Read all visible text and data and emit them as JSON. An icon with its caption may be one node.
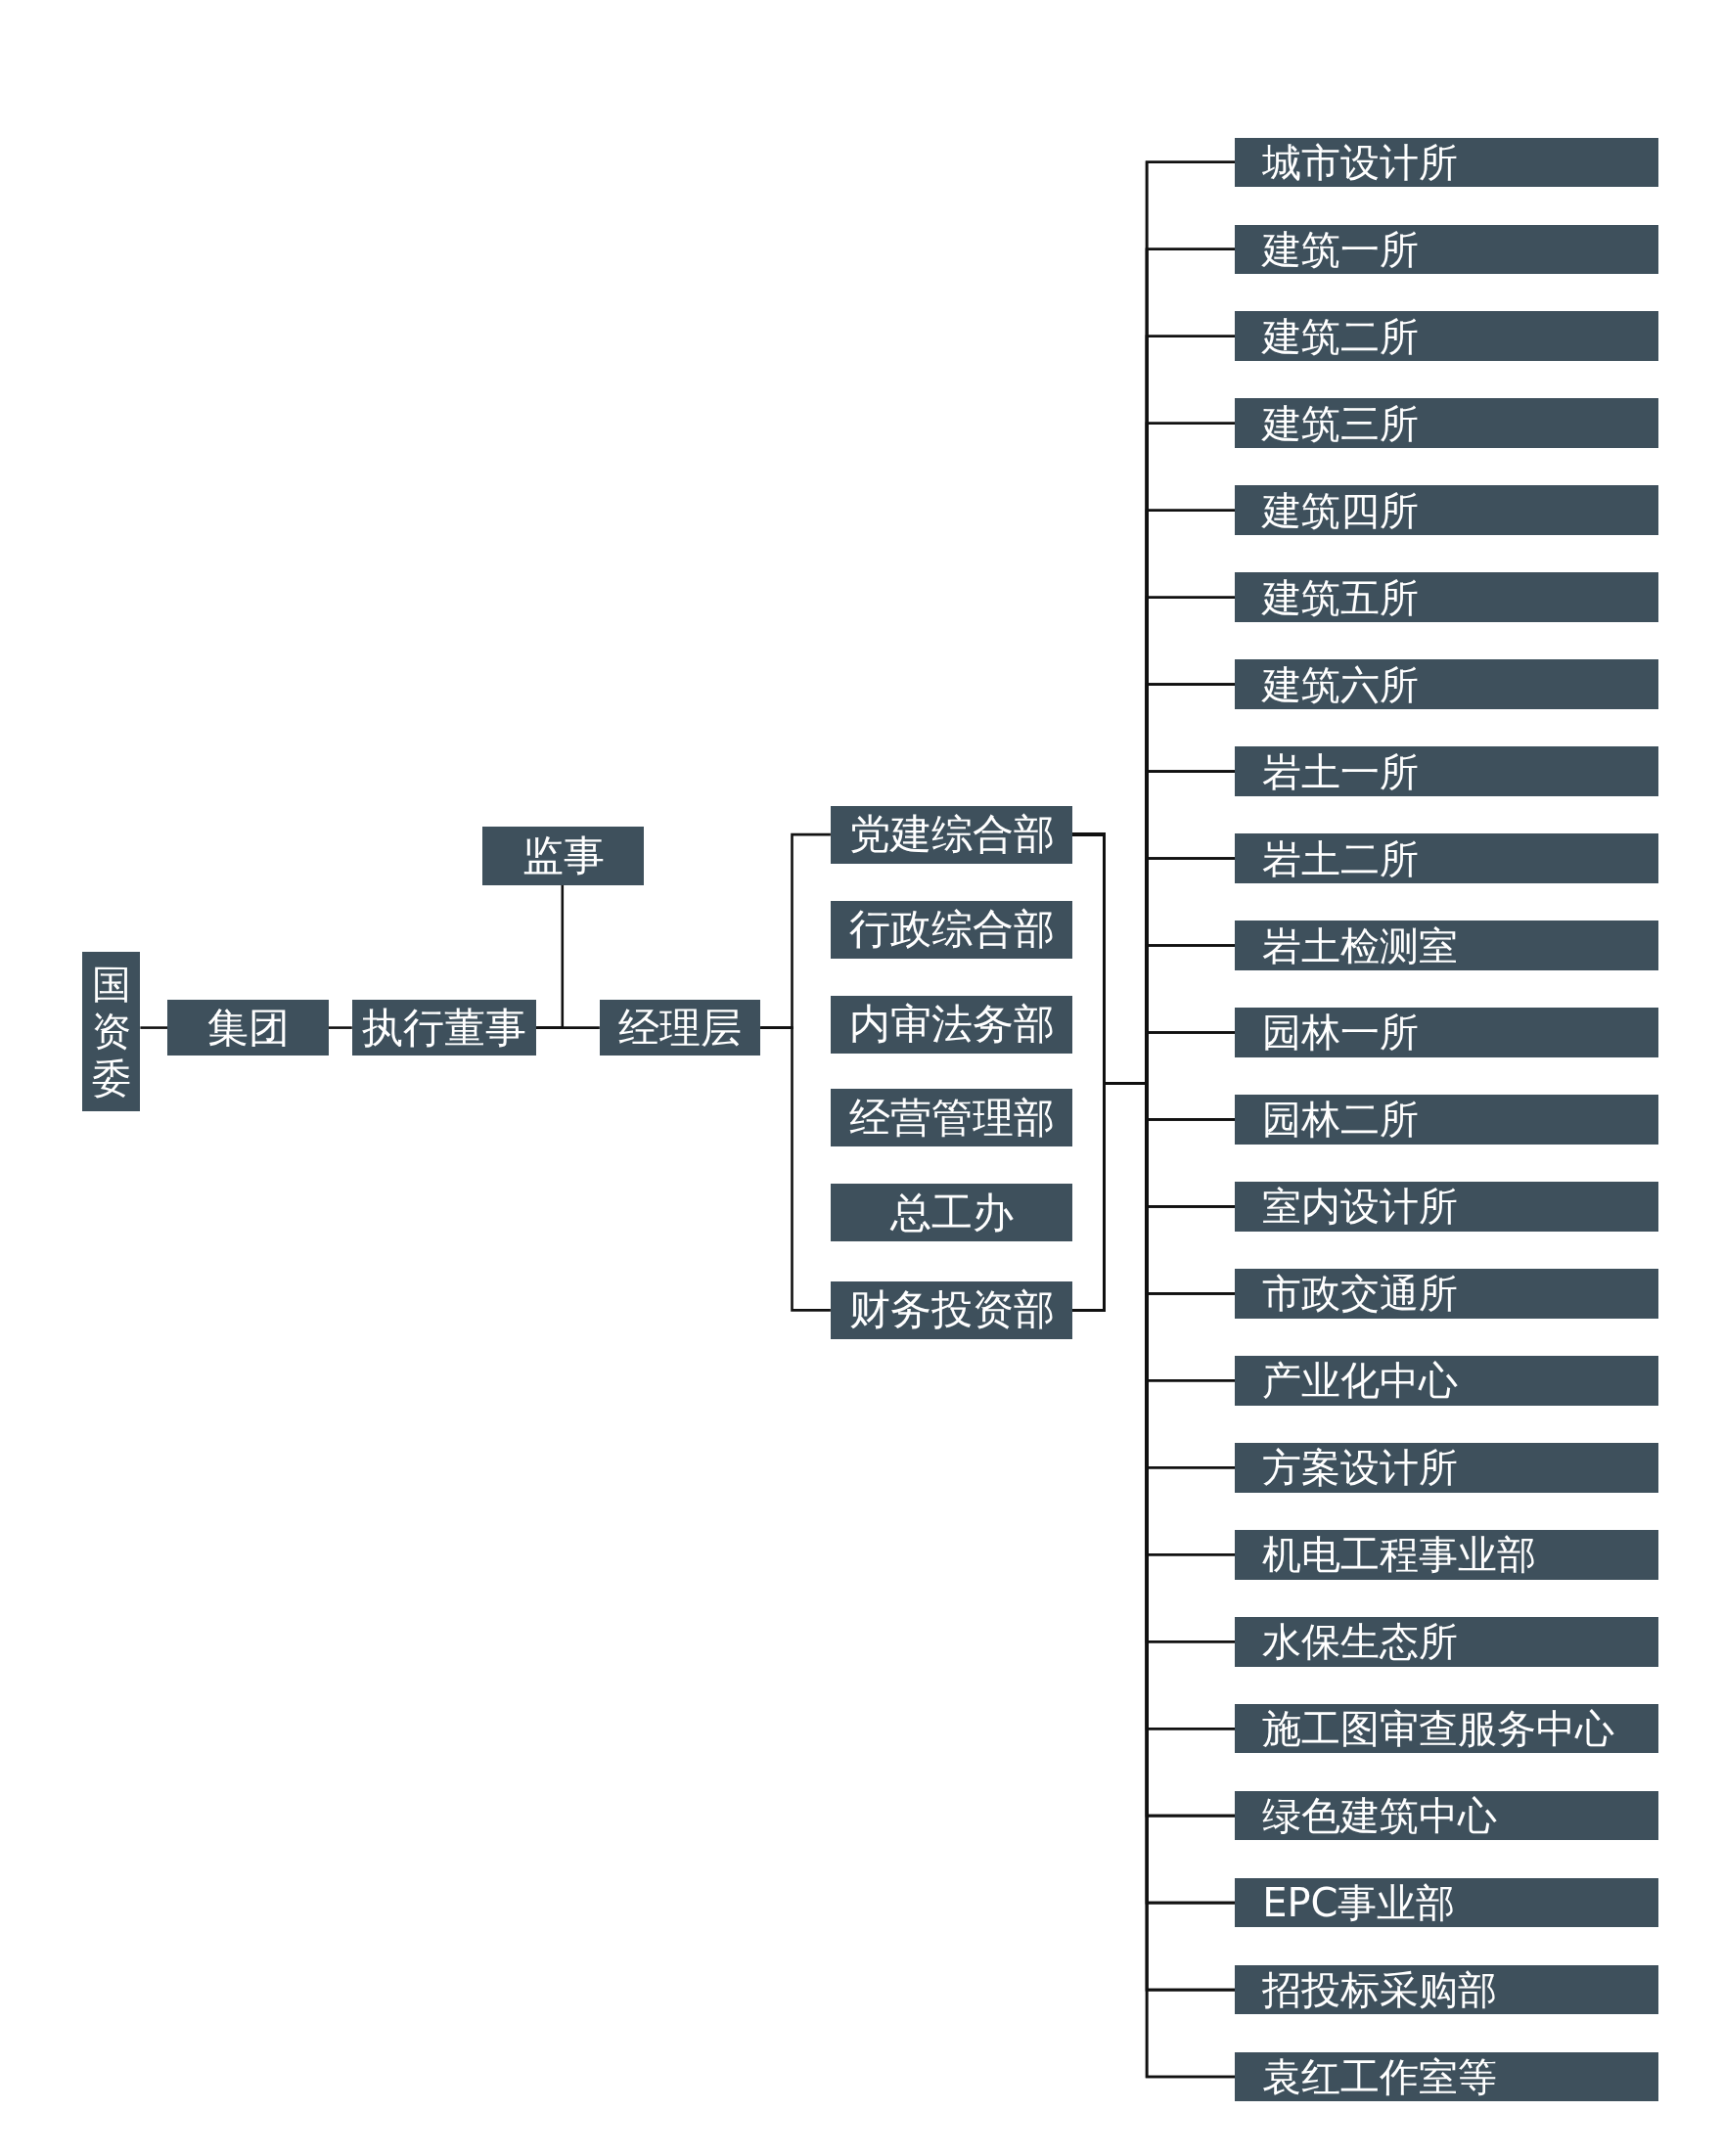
{
  "diagram": {
    "nodes": [
      {
        "text": [
          "国资委"
        ]
      },
      {
        "text": [
          "集团"
        ]
      },
      {
        "text": [
          "执行董事"
        ]
      },
      {
        "text": [
          "监事"
        ]
      },
      {
        "text": [
          "经理层"
        ]
      },
      {
        "text": [
          "党建综合部"
        ]
      },
      {
        "text": [
          "行政综合部"
        ]
      },
      {
        "text": [
          "内审法务部"
        ]
      },
      {
        "text": [
          "经营管理部"
        ]
      },
      {
        "text": [
          "总工办"
        ]
      },
      {
        "text": [
          "财务投资部"
        ]
      },
      {
        "text": [
          "城市设计所"
        ]
      },
      {
        "text": [
          "建筑一所"
        ]
      },
      {
        "text": [
          "建筑二所"
        ]
      },
      {
        "text": [
          "建筑三所"
        ]
      },
      {
        "text": [
          "建筑四所"
        ]
      },
      {
        "text": [
          "建筑五所"
        ]
      },
      {
        "text": [
          "建筑六所"
        ]
      },
      {
        "text": [
          "岩土一所"
        ]
      },
      {
        "text": [
          "岩土二所"
        ]
      },
      {
        "text": [
          "岩土检测室"
        ]
      },
      {
        "text": [
          "园林一所"
        ]
      },
      {
        "text": [
          "园林二所"
        ]
      },
      {
        "text": [
          "室内设计所"
        ]
      },
      {
        "text": [
          "市政交通所"
        ]
      },
      {
        "text": [
          "产业化中心"
        ]
      },
      {
        "text": [
          "方案设计所"
        ]
      },
      {
        "text": [
          "机电工程事业部"
        ]
      },
      {
        "text": [
          "水保生态所"
        ]
      },
      {
        "text": [
          "施工图审查服务中心"
        ]
      },
      {
        "text": [
          "绿色建筑中心"
        ]
      },
      {
        "text": [
          "EPC事业部"
        ]
      },
      {
        "text": [
          "招投标采购部"
        ]
      },
      {
        "text": [
          "袁红工作室等"
        ]
      }
    ],
    "edges": [
      {
        "from": 0,
        "to": 1,
        "arrow": "none"
      },
      {
        "from": 1,
        "to": 2,
        "arrow": "none"
      },
      {
        "from": 2,
        "to": 3,
        "arrow": "none"
      },
      {
        "from": 2,
        "to": 4,
        "arrow": "none"
      },
      {
        "from": 4,
        "to": 5,
        "arrow": "none"
      },
      {
        "from": 4,
        "to": 10,
        "arrow": "none"
      },
      {
        "from": 5,
        "to": 11,
        "arrow": "none"
      },
      {
        "from": 5,
        "to": 12,
        "arrow": "none"
      },
      {
        "from": 5,
        "to": 13,
        "arrow": "none"
      },
      {
        "from": 5,
        "to": 14,
        "arrow": "none"
      },
      {
        "from": 5,
        "to": 15,
        "arrow": "none"
      },
      {
        "from": 5,
        "to": 16,
        "arrow": "none"
      },
      {
        "from": 5,
        "to": 17,
        "arrow": "none"
      },
      {
        "from": 5,
        "to": 18,
        "arrow": "none"
      },
      {
        "from": 5,
        "to": 19,
        "arrow": "none"
      },
      {
        "from": 5,
        "to": 20,
        "arrow": "none"
      },
      {
        "from": 5,
        "to": 21,
        "arrow": "none"
      },
      {
        "from": 5,
        "to": 22,
        "arrow": "none"
      },
      {
        "from": 5,
        "to": 23,
        "arrow": "none"
      },
      {
        "from": 5,
        "to": 24,
        "arrow": "none"
      },
      {
        "from": 5,
        "to": 25,
        "arrow": "none"
      },
      {
        "from": 5,
        "to": 26,
        "arrow": "none"
      },
      {
        "from": 5,
        "to": 27,
        "arrow": "none"
      },
      {
        "from": 5,
        "to": 28,
        "arrow": "none"
      },
      {
        "from": 5,
        "to": 29,
        "arrow": "none"
      },
      {
        "from": 5,
        "to": 30,
        "arrow": "none"
      },
      {
        "from": 5,
        "to": 31,
        "arrow": "none"
      },
      {
        "from": 5,
        "to": 32,
        "arrow": "none"
      },
      {
        "from": 5,
        "to": 33,
        "arrow": "none"
      },
      {
        "from": 10,
        "to": 11,
        "arrow": "none"
      },
      {
        "from": 10,
        "to": 12,
        "arrow": "none"
      },
      {
        "from": 10,
        "to": 13,
        "arrow": "none"
      },
      {
        "from": 10,
        "to": 14,
        "arrow": "none"
      },
      {
        "from": 10,
        "to": 15,
        "arrow": "none"
      },
      {
        "from": 10,
        "to": 16,
        "arrow": "none"
      },
      {
        "from": 10,
        "to": 17,
        "arrow": "none"
      },
      {
        "from": 10,
        "to": 18,
        "arrow": "none"
      },
      {
        "from": 10,
        "to": 19,
        "arrow": "none"
      },
      {
        "from": 10,
        "to": 20,
        "arrow": "none"
      },
      {
        "from": 10,
        "to": 21,
        "arrow": "none"
      },
      {
        "from": 10,
        "to": 22,
        "arrow": "none"
      },
      {
        "from": 10,
        "to": 23,
        "arrow": "none"
      },
      {
        "from": 10,
        "to": 24,
        "arrow": "none"
      },
      {
        "from": 10,
        "to": 25,
        "arrow": "none"
      },
      {
        "from": 10,
        "to": 26,
        "arrow": "none"
      },
      {
        "from": 10,
        "to": 27,
        "arrow": "none"
      },
      {
        "from": 10,
        "to": 28,
        "arrow": "none"
      },
      {
        "from": 10,
        "to": 29,
        "arrow": "none"
      },
      {
        "from": 10,
        "to": 30,
        "arrow": "none"
      },
      {
        "from": 10,
        "to": 31,
        "arrow": "none"
      },
      {
        "from": 10,
        "to": 32,
        "arrow": "none"
      },
      {
        "from": 10,
        "to": 33,
        "arrow": "none"
      }
    ]
  }
}
